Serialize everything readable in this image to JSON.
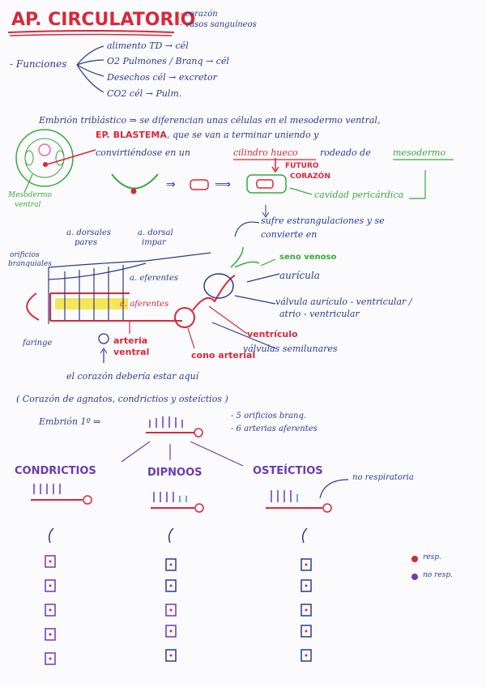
{
  "title": "AP. CIRCULATORIO",
  "title_sub": [
    "- corazón",
    "- vasos sanguíneos"
  ],
  "funciones": {
    "label": "- Funciones",
    "items": [
      "alimento TD → cél",
      "O2 Pulmones / Branq → cél",
      "Desechos cél → excretor",
      "CO2 cél → Pulm."
    ]
  },
  "embrion": {
    "line1": "Embrión triblástico ⇒ se diferencian unas células en el mesodermo ventral,",
    "blastema": "EP. BLASTEMA",
    "line2b": ", que se van a terminar uniendo y",
    "line3a": "convirtiéndose en un",
    "cilindro": "cilindro hueco",
    "line3b": "rodeado de",
    "mesodermo": "mesodermo",
    "mesodermo_ventral": [
      "Mesodermo",
      "ventral"
    ],
    "futuro": [
      "FUTURO",
      "CORAZÓN"
    ],
    "cavidad": "cavidad pericárdica",
    "sufre": [
      "sufre estrangulaciones y se",
      "convierte en"
    ]
  },
  "diagram": {
    "orificios": [
      "orificios",
      "branquiales"
    ],
    "a_dorsales": [
      "a. dorsales",
      "pares"
    ],
    "a_dorsal": [
      "a. dorsal",
      "impar"
    ],
    "a_eferentes": "a. eferentes",
    "a_aferentes": "a. aferentes",
    "seno": "seno venoso",
    "auricula": "aurícula",
    "valvula": [
      "válvula aurículo - ventricular /",
      "atrio - ventricular"
    ],
    "faringe": "faringe",
    "arteria": [
      "arteria",
      "ventral"
    ],
    "cono": "cono arterial",
    "ventriculo": "ventrículo",
    "semilunares": "válvulas semilunares",
    "corazon_aqui": "el corazón debería estar aquí"
  },
  "corazon": {
    "header": "( Corazón de agnatos, condrictios y osteíctios )",
    "embrion": "Embrión 1º ⇒",
    "orificios": "- 5 orificios branq.",
    "arterias": "- 6 arterias aferentes",
    "groups": [
      "CONDRICTIOS",
      "DIPNOOS",
      "OSTEÍCTIOS"
    ],
    "no_resp_note": "no respiratoria",
    "legend": [
      "resp.",
      "no resp."
    ]
  },
  "colors": {
    "blue": "#2c3a8c",
    "red": "#d8283a",
    "green": "#39a83a",
    "purple": "#6b3ab8",
    "yellow": "#f2e030",
    "light_blue": "#3a8ce0"
  }
}
